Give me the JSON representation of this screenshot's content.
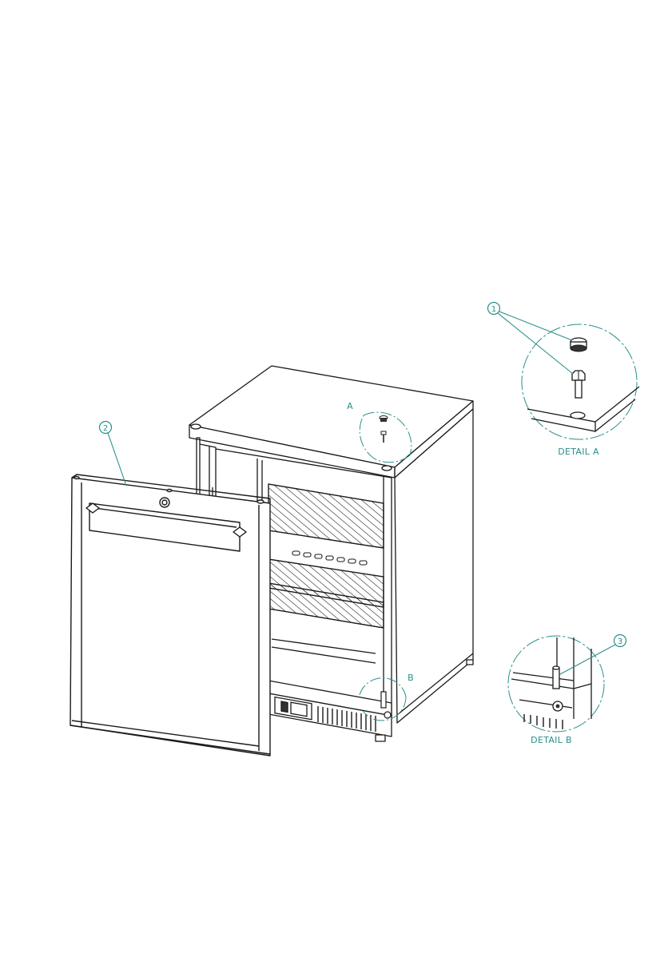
{
  "colors": {
    "callout": "#2a8f8c",
    "line": "#1a1a1a",
    "background": "#ffffff"
  },
  "labels": {
    "callout_1": "1",
    "callout_2": "2",
    "callout_3": "3",
    "marker_a": "A",
    "marker_b": "B",
    "detail_a": "DETAIL A",
    "detail_b": "DETAIL B"
  },
  "icons": [
    "refrigerator-cabinet",
    "door-panel",
    "wire-shelf",
    "cap-plug",
    "hinge-bolt",
    "hinge-pin"
  ]
}
